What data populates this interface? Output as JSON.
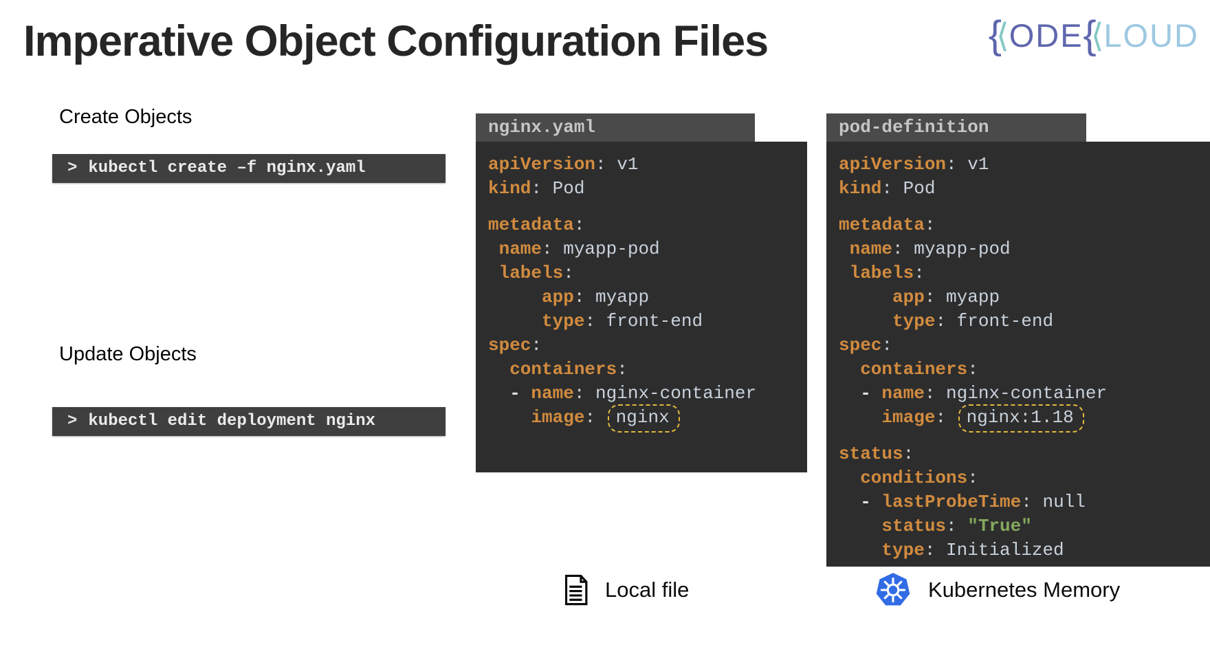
{
  "title": "Imperative Object Configuration Files",
  "logo": {
    "parts": [
      {
        "c": "brace",
        "t": "{"
      },
      {
        "c": "chev",
        "t": "⟨"
      },
      {
        "c": "purple",
        "t": "ODE"
      },
      {
        "c": "brace",
        "t": "{"
      },
      {
        "c": "chev",
        "t": "⟨"
      },
      {
        "c": "blue",
        "t": "LOUD"
      }
    ],
    "colors": {
      "purple": "#5f66ad",
      "teal": "#83c8c4",
      "light_blue": "#9dc8e2"
    }
  },
  "sections": {
    "create": {
      "label": "Create Objects",
      "command": {
        "prompt": ">",
        "text": "kubectl create –f nginx.yaml"
      }
    },
    "update": {
      "label": "Update Objects",
      "command": {
        "prompt": ">",
        "text": "kubectl edit deployment nginx"
      }
    }
  },
  "panels": [
    {
      "tab": "nginx.yaml",
      "lines": [
        {
          "seg": [
            [
              "k",
              "apiVersion"
            ],
            [
              "v",
              ": v1"
            ]
          ]
        },
        {
          "seg": [
            [
              "k",
              "kind"
            ],
            [
              "v",
              ": Pod"
            ]
          ]
        },
        {
          "blank": true
        },
        {
          "seg": [
            [
              "k",
              "metadata"
            ],
            [
              "v",
              ":"
            ]
          ]
        },
        {
          "seg": [
            [
              "k",
              " name"
            ],
            [
              "v",
              ": myapp-pod"
            ]
          ]
        },
        {
          "seg": [
            [
              "k",
              " labels"
            ],
            [
              "v",
              ":"
            ]
          ]
        },
        {
          "seg": [
            [
              "k",
              "     app"
            ],
            [
              "v",
              ": myapp"
            ]
          ]
        },
        {
          "seg": [
            [
              "k",
              "     type"
            ],
            [
              "v",
              ": front-end"
            ]
          ]
        },
        {
          "seg": [
            [
              "k",
              "spec"
            ],
            [
              "v",
              ":"
            ]
          ]
        },
        {
          "seg": [
            [
              "k",
              "  containers"
            ],
            [
              "v",
              ":"
            ]
          ]
        },
        {
          "seg": [
            [
              "d",
              "  - "
            ],
            [
              "k",
              "name"
            ],
            [
              "v",
              ": nginx-container"
            ]
          ]
        },
        {
          "seg": [
            [
              "k",
              "    image"
            ],
            [
              "v",
              ": "
            ],
            [
              "vbox",
              "nginx"
            ]
          ]
        }
      ]
    },
    {
      "tab": "pod-definition",
      "lines": [
        {
          "seg": [
            [
              "k",
              "apiVersion"
            ],
            [
              "v",
              ": v1"
            ]
          ]
        },
        {
          "seg": [
            [
              "k",
              "kind"
            ],
            [
              "v",
              ": Pod"
            ]
          ]
        },
        {
          "blank": true
        },
        {
          "seg": [
            [
              "k",
              "metadata"
            ],
            [
              "v",
              ":"
            ]
          ]
        },
        {
          "seg": [
            [
              "k",
              " name"
            ],
            [
              "v",
              ": myapp-pod"
            ]
          ]
        },
        {
          "seg": [
            [
              "k",
              " labels"
            ],
            [
              "v",
              ":"
            ]
          ]
        },
        {
          "seg": [
            [
              "k",
              "     app"
            ],
            [
              "v",
              ": myapp"
            ]
          ]
        },
        {
          "seg": [
            [
              "k",
              "     type"
            ],
            [
              "v",
              ": front-end"
            ]
          ]
        },
        {
          "seg": [
            [
              "k",
              "spec"
            ],
            [
              "v",
              ":"
            ]
          ]
        },
        {
          "seg": [
            [
              "k",
              "  containers"
            ],
            [
              "v",
              ":"
            ]
          ]
        },
        {
          "seg": [
            [
              "d",
              "  - "
            ],
            [
              "k",
              "name"
            ],
            [
              "v",
              ": nginx-container"
            ]
          ]
        },
        {
          "seg": [
            [
              "k",
              "    image"
            ],
            [
              "v",
              ": "
            ],
            [
              "vbox",
              "nginx:1.18"
            ]
          ]
        },
        {
          "blank": true
        },
        {
          "seg": [
            [
              "k",
              "status"
            ],
            [
              "v",
              ":"
            ]
          ]
        },
        {
          "seg": [
            [
              "k",
              "  conditions"
            ],
            [
              "v",
              ":"
            ]
          ]
        },
        {
          "seg": [
            [
              "d",
              "  - "
            ],
            [
              "k",
              "lastProbeTime"
            ],
            [
              "v",
              ": null"
            ]
          ]
        },
        {
          "seg": [
            [
              "k",
              "    status"
            ],
            [
              "v",
              ": "
            ],
            [
              "g",
              "\"True\""
            ]
          ]
        },
        {
          "seg": [
            [
              "k",
              "    type"
            ],
            [
              "v",
              ": Initialized"
            ]
          ]
        }
      ]
    }
  ],
  "footer": {
    "local_file": "Local file",
    "k8s_memory": "Kubernetes Memory"
  },
  "colors": {
    "panel_body": "#2d2d2d",
    "panel_tab": "#4a4a4b",
    "command_box": "#3f3f3f",
    "yaml_key": "#d18b3f",
    "yaml_value": "#c9d2dc",
    "yaml_string_green": "#85a95e",
    "highlight_dash": "#e5b93e",
    "k8s_blue": "#326ce5"
  }
}
